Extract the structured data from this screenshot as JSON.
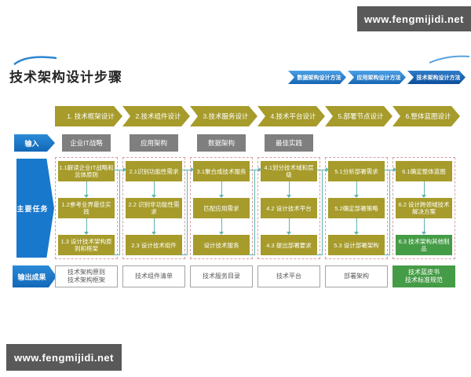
{
  "watermarks": {
    "top": "www.fengmijidi.net",
    "bottom": "www.fengmijidi.net"
  },
  "title": "技术架构设计步骤",
  "method_tabs": [
    {
      "label": "数据架构设计方法"
    },
    {
      "label": "应用架构设计方法"
    },
    {
      "label": "技术架构设计方法"
    }
  ],
  "row_labels": {
    "input": "输入",
    "tasks": "主要任务",
    "output": "输出成果"
  },
  "steps": [
    {
      "label": "1. 技术框架设计"
    },
    {
      "label": "2.技术组件设计"
    },
    {
      "label": "3.技术服务设计"
    },
    {
      "label": "4.技术平台设计"
    },
    {
      "label": "5.部署节点设计"
    },
    {
      "label": "6.整体蓝图设计"
    }
  ],
  "inputs": [
    {
      "label": "企业IT战略"
    },
    {
      "label": "应用架构"
    },
    {
      "label": "数据架构"
    },
    {
      "label": "最佳实践"
    }
  ],
  "columns": [
    {
      "tasks": [
        {
          "label": "1.1解读企业IT战略和总体原则"
        },
        {
          "label": "1.2参考业界最佳实践"
        },
        {
          "label": "1.3 设计技术架构原则和框架"
        }
      ]
    },
    {
      "tasks": [
        {
          "label": "2.1识别功能性需求"
        },
        {
          "label": "2.2 识别非功能性需求"
        },
        {
          "label": "2.3 设计技术组件"
        }
      ]
    },
    {
      "tasks": [
        {
          "label": "3.1聚合成技术服务"
        },
        {
          "label": "匹配应用需求"
        },
        {
          "label": "设计技术服务"
        }
      ]
    },
    {
      "tasks": [
        {
          "label": "4.1划分技术域和层级"
        },
        {
          "label": "4.2 设计技术平台"
        },
        {
          "label": "4.3 提出部署要求"
        }
      ]
    },
    {
      "tasks": [
        {
          "label": "5.1分析部署需求"
        },
        {
          "label": "5.2确定部署策略"
        },
        {
          "label": "5.3 设计部署架构"
        }
      ]
    },
    {
      "tasks": [
        {
          "label": "6.1确定整体蓝图"
        },
        {
          "label": "6.2 设计跨领域技术解决方案"
        },
        {
          "label": "6.3 技术架构其他制品"
        }
      ]
    }
  ],
  "outputs": [
    {
      "lines": [
        "技术架构原则",
        "技术架构框架"
      ]
    },
    {
      "lines": [
        "技术组件清单"
      ]
    },
    {
      "lines": [
        "技术服务目录"
      ]
    },
    {
      "lines": [
        "技术平台"
      ]
    },
    {
      "lines": [
        "部署架构"
      ]
    },
    {
      "lines": [
        "技术蓝皮书",
        "技术标准规范"
      ]
    }
  ],
  "colors": {
    "accent_blue": "#1878cc",
    "olive": "#a69b2b",
    "green": "#459c46",
    "teal": "#62b2af",
    "input_gray": "#7f7f7f",
    "watermark_gray": "#595959"
  }
}
